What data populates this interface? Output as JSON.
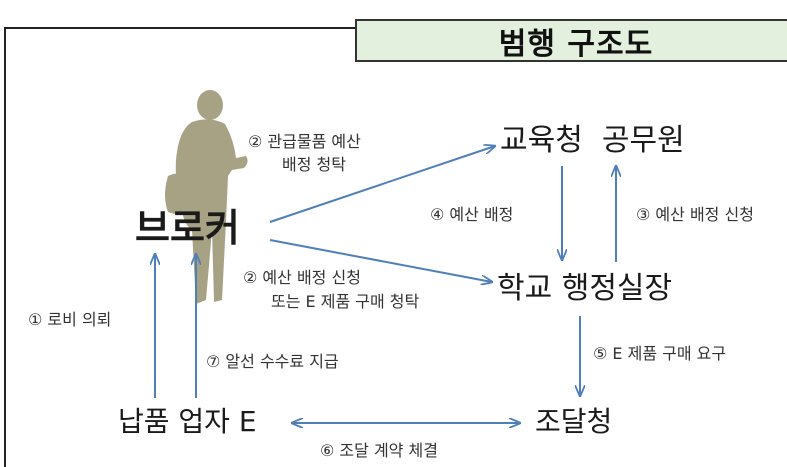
{
  "title": "범행 구조도",
  "nodes": {
    "broker": "브로커",
    "education_office": "교육청  공무원",
    "school_admin": "학교 행정실장",
    "supplier": "납품 업자 E",
    "procurement": "조달청"
  },
  "edges": {
    "e2a_line1": "② 관급물품 예산",
    "e2a_line2": "배정 청탁",
    "e2b_line1": "② 예산 배정 신청",
    "e2b_line2": "또는 E 제품 구매 청탁",
    "e4": "④ 예산 배정",
    "e3": "③ 예산 배정 신청",
    "e1": "① 로비 의뢰",
    "e7": "⑦ 알선 수수료 지급",
    "e5": "⑤ E 제품 구매 요구",
    "e6": "⑥ 조달 계약 체결"
  },
  "colors": {
    "arrow": "#4f7fb8",
    "title_bg": "#e3f0dd",
    "silhouette": "#a8a285"
  },
  "icons": {
    "person": "man-silhouette-icon"
  }
}
